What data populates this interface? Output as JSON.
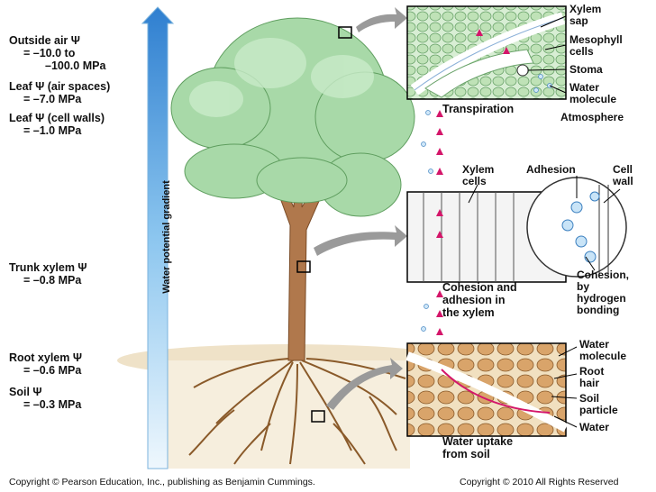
{
  "left_labels": {
    "outside_air": {
      "line1": "Outside air Ψ",
      "line2": "= –10.0 to",
      "line3": "–100.0 MPa"
    },
    "leaf_air": {
      "line1": "Leaf Ψ (air spaces)",
      "line2": "= –7.0 MPa"
    },
    "leaf_walls": {
      "line1": "Leaf Ψ (cell walls)",
      "line2": "= –1.0 MPa"
    },
    "trunk": {
      "line1": "Trunk xylem Ψ",
      "line2": "= –0.8 MPa"
    },
    "root": {
      "line1": "Root xylem Ψ",
      "line2": "= –0.6 MPa"
    },
    "soil": {
      "line1": "Soil Ψ",
      "line2": "= –0.3 MPa"
    }
  },
  "gradient_label": "Water potential gradient",
  "top_panel": {
    "labels": [
      "Xylem",
      "sap",
      "Mesophyll",
      "cells",
      "Stoma",
      "Water",
      "molecule",
      "Atmosphere"
    ],
    "caption": "Transpiration"
  },
  "middle_panel": {
    "labels": [
      "Xylem",
      "cells",
      "Adhesion",
      "Cell",
      "wall",
      "Cohesion,",
      "by",
      "hydrogen",
      "bonding"
    ],
    "caption": [
      "Cohesion and",
      "adhesion in",
      "the xylem"
    ]
  },
  "bottom_panel": {
    "labels": [
      "Water",
      "molecule",
      "Root",
      "hair",
      "Soil",
      "particle",
      "Water"
    ],
    "caption": [
      "Water uptake",
      "from soil"
    ]
  },
  "footer": {
    "left": "Copyright © Pearson Education, Inc., publishing as Benjamin Cummings.",
    "right": "Copyright © 2010 All Rights Reserved"
  },
  "colors": {
    "arrow_gradient_top": "#2f7fd0",
    "arrow_gradient_bottom": "#e8f4fc",
    "foliage": "#a8d9a8",
    "trunk": "#b0784c",
    "water_arrow": "#d4166a",
    "soil": "#f3ead8"
  }
}
